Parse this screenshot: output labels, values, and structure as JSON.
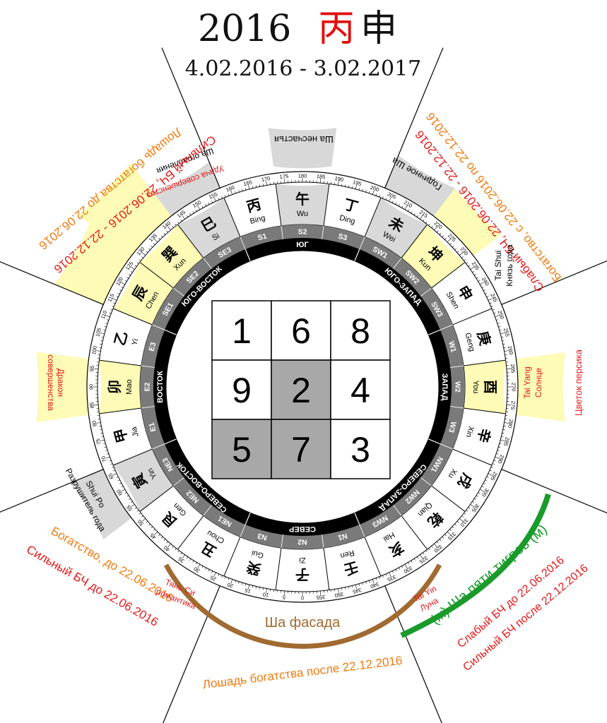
{
  "header": {
    "year": "2016",
    "stem_hieroglyph": "丙",
    "branch_hieroglyph": "申",
    "date_range": "4.02.2016 - 3.02.2017",
    "accent_color": "#e01010"
  },
  "colors": {
    "black_ring": "#000000",
    "gray_ring": "#7a7a7a",
    "highlight_yellow": "#fdfbb5",
    "highlight_gray": "#d8d8d8",
    "orange": "#f07a10",
    "red": "#e51818",
    "green": "#1a9a2a",
    "brown": "#a06a30",
    "grid_shaded": "#a8a8a8"
  },
  "directions": [
    "ЮГ",
    "ЮГО-ЗАПАД",
    "ЗАПАД",
    "СЕВЕРО-ЗАПАД",
    "СЕВЕР",
    "СЕВЕРО-ВОСТОК",
    "ВОСТОК",
    "ЮГО-ВОСТОК"
  ],
  "direction_angles": [
    180,
    225,
    270,
    315,
    0,
    45,
    90,
    135
  ],
  "sub_sectors": [
    {
      "label": "S1",
      "angle": 165
    },
    {
      "label": "S2",
      "angle": 180
    },
    {
      "label": "S3",
      "angle": 195
    },
    {
      "label": "SW1",
      "angle": 210
    },
    {
      "label": "SW2",
      "angle": 225
    },
    {
      "label": "SW3",
      "angle": 240
    },
    {
      "label": "W1",
      "angle": 255
    },
    {
      "label": "W2",
      "angle": 270
    },
    {
      "label": "W3",
      "angle": 285
    },
    {
      "label": "NW1",
      "angle": 300
    },
    {
      "label": "NW2",
      "angle": 315
    },
    {
      "label": "NW3",
      "angle": 330
    },
    {
      "label": "N1",
      "angle": 345
    },
    {
      "label": "N2",
      "angle": 0
    },
    {
      "label": "N3",
      "angle": 15
    },
    {
      "label": "NE1",
      "angle": 30
    },
    {
      "label": "NE2",
      "angle": 45
    },
    {
      "label": "NE3",
      "angle": 60
    },
    {
      "label": "E1",
      "angle": 75
    },
    {
      "label": "E2",
      "angle": 90
    },
    {
      "label": "E3",
      "angle": 105
    },
    {
      "label": "SE1",
      "angle": 120
    },
    {
      "label": "SE2",
      "angle": 135
    },
    {
      "label": "SE3",
      "angle": 150
    }
  ],
  "mountains": [
    {
      "h": "丙",
      "p": "Bing",
      "angle": 165,
      "hl": "none"
    },
    {
      "h": "午",
      "p": "Wu",
      "angle": 180,
      "hl": "gray"
    },
    {
      "h": "丁",
      "p": "Ding",
      "angle": 195,
      "hl": "none"
    },
    {
      "h": "未",
      "p": "Wei",
      "angle": 210,
      "hl": "gray"
    },
    {
      "h": "坤",
      "p": "Kun",
      "angle": 225,
      "hl": "yellow"
    },
    {
      "h": "申",
      "p": "Shen",
      "angle": 240,
      "hl": "none"
    },
    {
      "h": "庚",
      "p": "Geng",
      "angle": 255,
      "hl": "none"
    },
    {
      "h": "酉",
      "p": "You",
      "angle": 270,
      "hl": "yellow"
    },
    {
      "h": "辛",
      "p": "Xin",
      "angle": 285,
      "hl": "none"
    },
    {
      "h": "戌",
      "p": "Xu",
      "angle": 300,
      "hl": "none"
    },
    {
      "h": "乾",
      "p": "Qian",
      "angle": 315,
      "hl": "none"
    },
    {
      "h": "亥",
      "p": "Hai",
      "angle": 330,
      "hl": "none"
    },
    {
      "h": "壬",
      "p": "Ren",
      "angle": 345,
      "hl": "none"
    },
    {
      "h": "子",
      "p": "Zi",
      "angle": 0,
      "hl": "none"
    },
    {
      "h": "癸",
      "p": "Gui",
      "angle": 15,
      "hl": "none"
    },
    {
      "h": "丑",
      "p": "Chou",
      "angle": 30,
      "hl": "none"
    },
    {
      "h": "艮",
      "p": "Gen",
      "angle": 45,
      "hl": "none"
    },
    {
      "h": "寅",
      "p": "Yin",
      "angle": 60,
      "hl": "gray"
    },
    {
      "h": "甲",
      "p": "Jia",
      "angle": 75,
      "hl": "none"
    },
    {
      "h": "卯",
      "p": "Mao",
      "angle": 90,
      "hl": "yellow"
    },
    {
      "h": "乙",
      "p": "Yi",
      "angle": 105,
      "hl": "none"
    },
    {
      "h": "辰",
      "p": "Chen",
      "angle": 120,
      "hl": "yellow"
    },
    {
      "h": "巽",
      "p": "Xun",
      "angle": 135,
      "hl": "yellow"
    },
    {
      "h": "巳",
      "p": "Si",
      "angle": 150,
      "hl": "gray"
    }
  ],
  "flying_stars": [
    [
      1,
      6,
      8
    ],
    [
      9,
      2,
      4
    ],
    [
      5,
      7,
      3
    ]
  ],
  "flying_stars_shaded": [
    [
      false,
      false,
      false
    ],
    [
      false,
      true,
      false
    ],
    [
      true,
      true,
      false
    ]
  ],
  "degree_step": 5,
  "annotations": {
    "sha_misfortune": "Ша несчастья",
    "annual_sha": "Годичное Ша",
    "sha_robbery": "Ша ограбления",
    "perfection_destruction": "Удача совершенства",
    "wealth_horse_upper": "Лошадь богатства до 22.06.2016",
    "strong_bch_upper": "Сильный БЧ, 22.06.2016 - 22.12.2016",
    "wealth_right": "Богатство, с 22.06.2016 по 22.12.2016",
    "weak_bch_right": "Слабый БЧ, 22.06.2016 - 22.12.2016",
    "tai_shui_1": "Tai Shui",
    "tai_shui_2": "Князь года",
    "dragon_1": "Дракон",
    "dragon_2": "совершенства",
    "tai_yang_1": "Tai Yang",
    "tai_yang_2": "Солнце",
    "peach_blossom": "Цветок персика",
    "shui_po_1": "Shui Po",
    "shui_po_2": "Разрушитель года",
    "wealth_left": "Богатство, до 22.06.2016",
    "strong_bch_left": "Сильный БЧ до 22.06.2016",
    "tian_xi_1": "Тянь Си",
    "tian_xi_2": "романтика",
    "sha_facade": "Ша фасада",
    "tai_yin_1": "Tai Yin",
    "tai_yin_2": "Луна",
    "five_tigers": "(ж) Ша пяти тигров (м)",
    "weak_bch_bottom": "Слабый БЧ до 22.06.2016",
    "strong_bch_bottom": "Сильный БЧ после 22.12.2016",
    "wealth_horse_bottom": "Лошадь богатства после 22.12.2016"
  }
}
